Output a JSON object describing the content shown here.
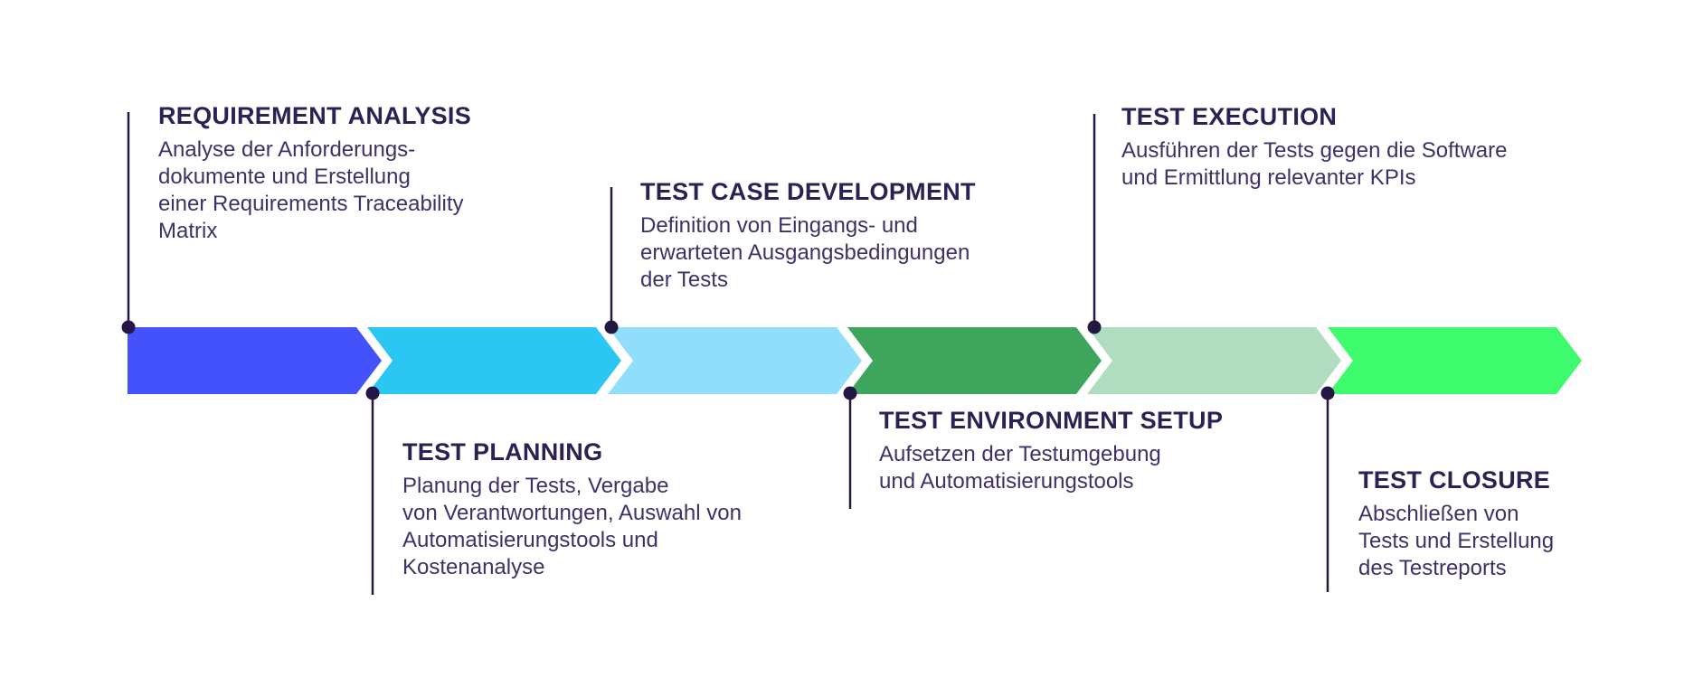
{
  "diagram": {
    "colors": {
      "background": "#ffffff",
      "connector": "#251743",
      "title_text": "#2d2153",
      "body_text": "#3f3168"
    },
    "phases": [
      {
        "label": "REQUIREMENT ANALYSIS",
        "description": "Analyse der Anforderungs-\ndokumente und Erstellung\neiner Requirements Traceability\nMatrix",
        "arrow_color": "#4452fb",
        "position": "above"
      },
      {
        "label": "TEST PLANNING",
        "description": "Planung der Tests, Vergabe\nvon Verantwortungen, Auswahl von\nAutomatisierungstools und\nKostenanalyse",
        "arrow_color": "#2bc7f2",
        "position": "below"
      },
      {
        "label": "TEST CASE DEVELOPMENT",
        "description": "Definition von Eingangs- und\nerwarteten Ausgangsbedingungen\nder Tests",
        "arrow_color": "#90defb",
        "position": "above"
      },
      {
        "label": "TEST ENVIRONMENT SETUP",
        "description": "Aufsetzen der Testumgebung\nund Automatisierungstools",
        "arrow_color": "#3da65c",
        "position": "below"
      },
      {
        "label": "TEST EXECUTION",
        "description": "Ausführen der Tests gegen die Software\nund Ermittlung relevanter KPIs",
        "arrow_color": "#b0dcc0",
        "position": "above"
      },
      {
        "label": "TEST CLOSURE",
        "description": "Abschließen von\nTests und Erstellung\ndes Testreports",
        "arrow_color": "#3efb6e",
        "position": "below"
      }
    ]
  }
}
